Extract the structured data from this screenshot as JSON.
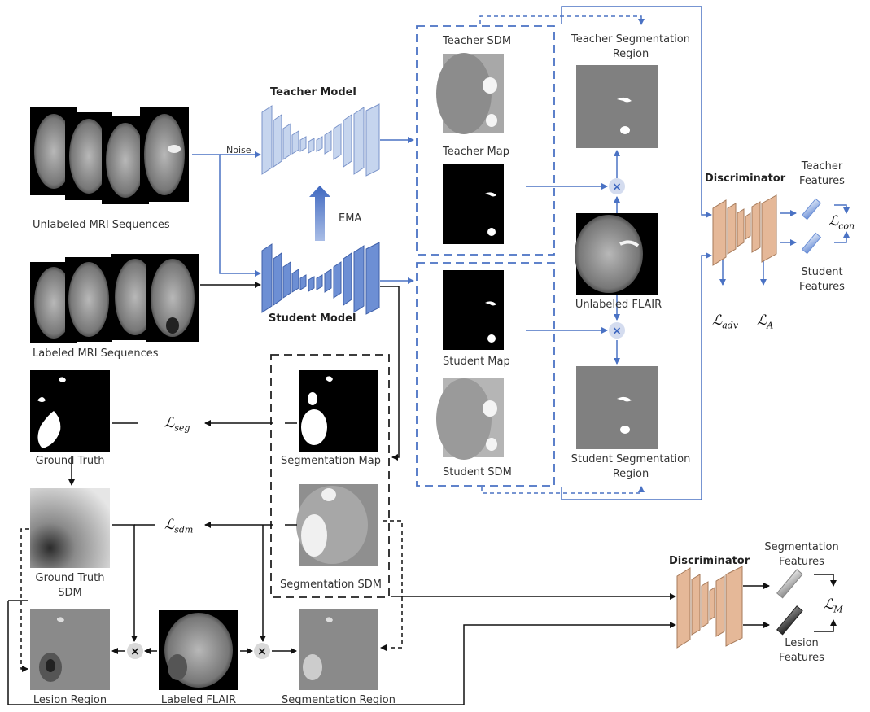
{
  "labels": {
    "noise": "Noise",
    "teacher_model": "Teacher Model",
    "student_model": "Student Model",
    "ema": "EMA",
    "unlabeled_mri": "Unlabeled MRI Sequences",
    "labeled_mri": "Labeled MRI Sequences",
    "teacher_sdm": "Teacher SDM",
    "teacher_map": "Teacher Map",
    "student_map": "Student Map",
    "student_sdm": "Student SDM",
    "teacher_seg_region_1": "Teacher Segmentation",
    "teacher_seg_region_2": "Region",
    "student_seg_region_1": "Student Segmentation",
    "student_seg_region_2": "Region",
    "unlabeled_flair": "Unlabeled FLAIR",
    "discriminator_top": "Discriminator",
    "discriminator_bottom": "Discriminator",
    "teacher_features_1": "Teacher",
    "teacher_features_2": "Features",
    "student_features_1": "Student",
    "student_features_2": "Features",
    "ground_truth": "Ground Truth",
    "gt_sdm_1": "Ground Truth",
    "gt_sdm_2": "SDM",
    "segmentation_map": "Segmentation Map",
    "segmentation_sdm": "Segmentation SDM",
    "lesion_region": "Lesion Region",
    "labeled_flair": "Labeled FLAIR",
    "segmentation_region": "Segmentation Region",
    "segmentation_features_1": "Segmentation",
    "segmentation_features_2": "Features",
    "lesion_features_1": "Lesion",
    "lesion_features_2": "Features"
  },
  "losses": {
    "L_seg": {
      "symbol": "ℒ",
      "sub": "seg"
    },
    "L_sdm": {
      "symbol": "ℒ",
      "sub": "sdm"
    },
    "L_adv": {
      "symbol": "ℒ",
      "sub": "adv"
    },
    "L_A": {
      "symbol": "ℒ",
      "sub": "A"
    },
    "L_con": {
      "symbol": "ℒ",
      "sub": "con"
    },
    "L_M": {
      "symbol": "ℒ",
      "sub": "M"
    }
  },
  "operators": {
    "multiply": "×"
  },
  "colors": {
    "blue": "#4a72c4",
    "teacher_net_light": "#c6d5ee",
    "student_net": "#5f84cf",
    "discriminator": "#e5b898",
    "multiply_fill": "#d4dcef",
    "multiply_fill_gray": "#d9d9d9"
  }
}
